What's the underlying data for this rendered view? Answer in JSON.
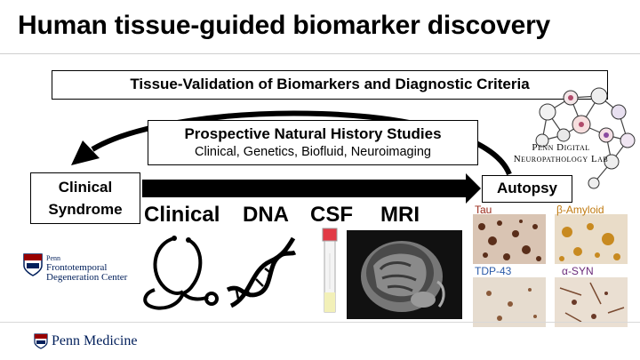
{
  "title": "Human tissue-guided biomarker discovery",
  "validation_box": "Tissue-Validation of Biomarkers and Diagnostic Criteria",
  "natural_history": {
    "title": "Prospective Natural History Studies",
    "subtitle": "Clinical, Genetics, Biofluid, Neuroimaging"
  },
  "clinical_syndrome": {
    "line1": "Clinical",
    "line2": "Syndrome"
  },
  "autopsy": "Autopsy",
  "categories": [
    "Clinical",
    "DNA",
    "CSF",
    "MRI"
  ],
  "lab": {
    "line1": "Penn Digital",
    "line2": "Neuropathology Lab"
  },
  "stains": [
    "Tau",
    "β-Amyloid",
    "TDP-43",
    "α-SYN"
  ],
  "stain_colors": {
    "tau": "#9a2a1a",
    "amyloid": "#c07a10",
    "tdp43": "#2a5aa8",
    "asyn": "#6a2a7a"
  },
  "logos": {
    "ftd": {
      "penn": "Penn",
      "line1": "Frontotemporal",
      "line2": "Degeneration Center"
    },
    "medicine": "Penn Medicine"
  },
  "colors": {
    "penn_blue": "#011f5b",
    "penn_red": "#990000"
  }
}
